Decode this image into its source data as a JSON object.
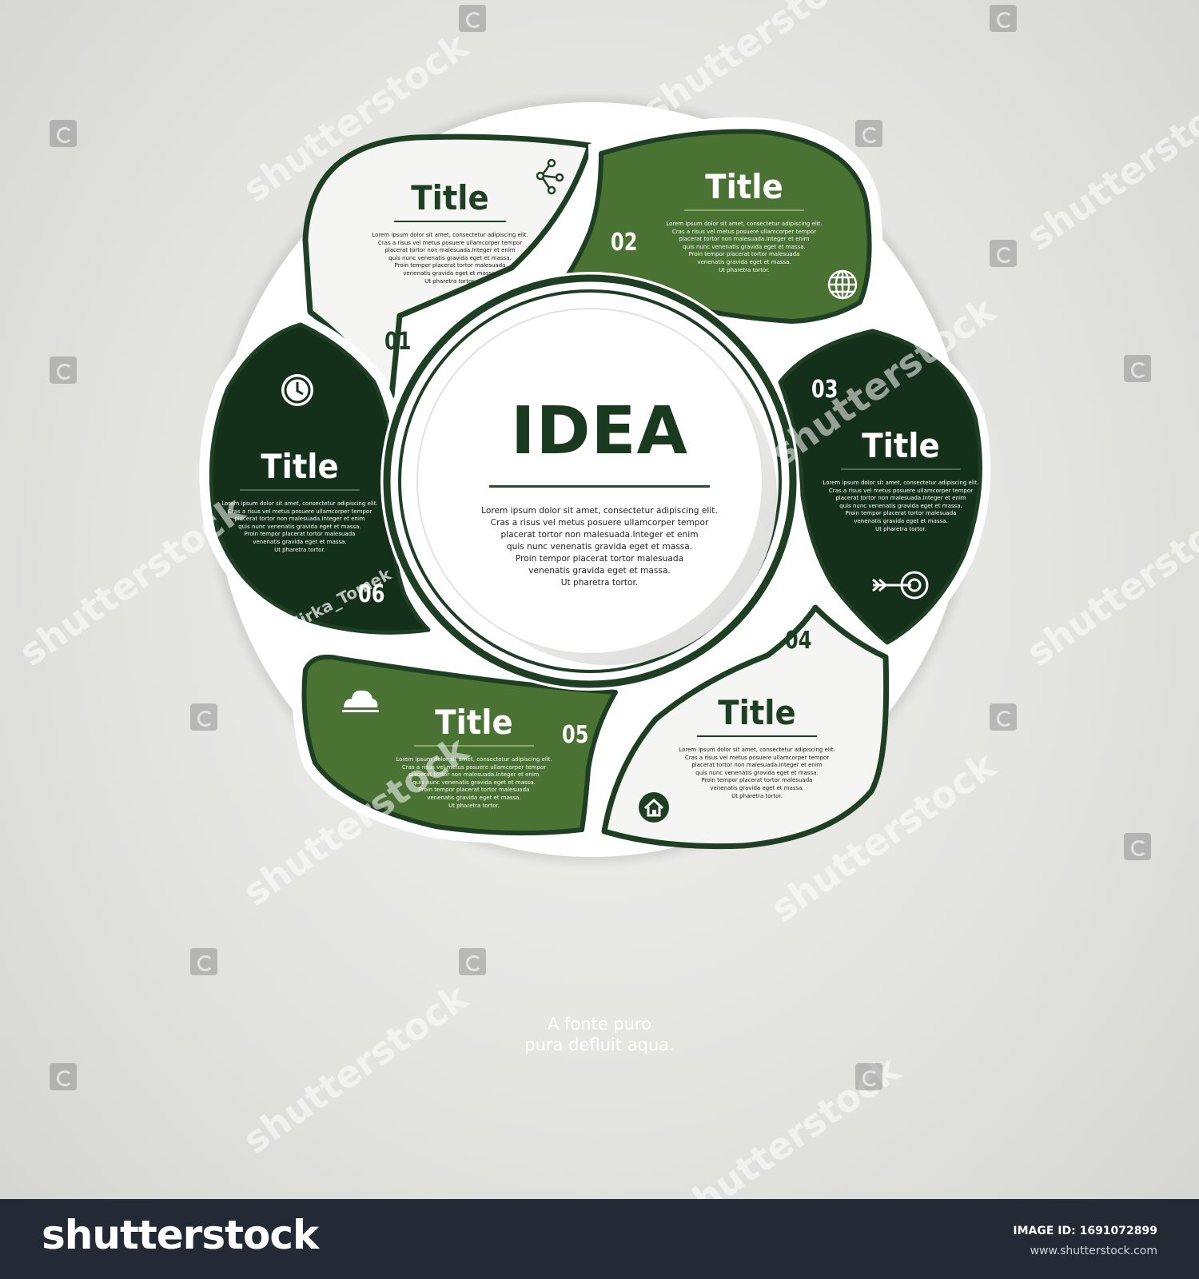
{
  "colors": {
    "dark_green": "#14301a",
    "mid_green": "#4a7233",
    "outline_green": "#1f3f24",
    "light_fill": "#f5f5f3"
  },
  "center": {
    "title": "IDEA",
    "text": "Lorem ipsum dolor sit amet, consectetur adipiscing elit.\nCras a risus vel metus posuere ullamcorper tempor\nplacerat tortor non malesuada.Integer et enim\nquis nunc venenatis gravida eget et massa.\nProin tempor placerat tortor  malesuada\nvenenatis gravida eget et massa.\nUt pharetra tortor."
  },
  "steps": [
    {
      "number": "01",
      "title": "Title",
      "icon": "network-share-icon",
      "text": "Lorem ipsum dolor sit amet, consectetur adipiscing elit.\nCras a risus vel metus posuere ullamcorper tempor\nplacerat tortor non malesuada.Integer et enim\nquis nunc venenatis gravida eget et massa.\nProin tempor placerat tortor  malesuada\nvenenatis gravida eget et massa.\nUt pharetra tortor."
    },
    {
      "number": "02",
      "title": "Title",
      "icon": "globe-icon",
      "text": "Lorem ipsum dolor sit amet, consectetur adipiscing elit.\nCras a risus vel metus posuere ullamcorper tempor\nplacerat tortor non malesuada.Integer et enim\nquis nunc venenatis gravida eget et massa.\nProin tempor placerat tortor  malesuada\nvenenatis gravida eget et massa.\nUt pharetra tortor."
    },
    {
      "number": "03",
      "title": "Title",
      "icon": "target-arrow-icon",
      "text": "Lorem ipsum dolor sit amet, consectetur adipiscing elit.\nCras a risus vel metus posuere ullamcorper tempor\nplacerat tortor non malesuada.Integer et enim\nquis nunc venenatis gravida eget et massa.\nProin tempor placerat tortor  malesuada\nvenenatis gravida eget et massa.\nUt pharetra tortor."
    },
    {
      "number": "04",
      "title": "Title",
      "icon": "home-icon",
      "text": "Lorem ipsum dolor sit amet, consectetur adipiscing elit.\nCras a risus vel metus posuere ullamcorper tempor\nplacerat tortor non malesuada.Integer et enim\nquis nunc venenatis gravida eget et massa.\nProin tempor placerat tortor  malesuada\nvenenatis gravida eget et massa.\nUt pharetra tortor."
    },
    {
      "number": "05",
      "title": "Title",
      "icon": "cloud-icon",
      "text": "Lorem ipsum dolor sit amet, consectetur adipiscing elit.\nCras a risus vel metus posuere ullamcorper tempor\nplacerat tortor non malesuada.Integer et enim\nquis nunc venenatis gravida eget et massa.\nProin tempor placerat tortor  malesuada\nvenenatis gravida eget et massa.\nUt pharetra tortor."
    },
    {
      "number": "06",
      "title": "Title",
      "icon": "clock-icon",
      "text": "Lorem ipsum dolor sit amet, consectetur adipiscing elit.\nCras a risus vel metus posuere ullamcorper tempor\nplacerat tortor non malesuada.Integer et enim\nquis nunc venenatis gravida eget et massa.\nProin tempor placerat tortor  malesuada\nvenenatis gravida eget et massa.\nUt pharetra tortor."
    }
  ],
  "caption": {
    "line1": "A fonte puro",
    "line2": "pura defluit aqua."
  },
  "watermark": {
    "text": "shutterstock",
    "author": "Jirka_Tomek"
  },
  "footer": {
    "logo": "shutterstock",
    "image_id": "IMAGE ID: 1691072899",
    "url": "www.shutterstock.com"
  }
}
